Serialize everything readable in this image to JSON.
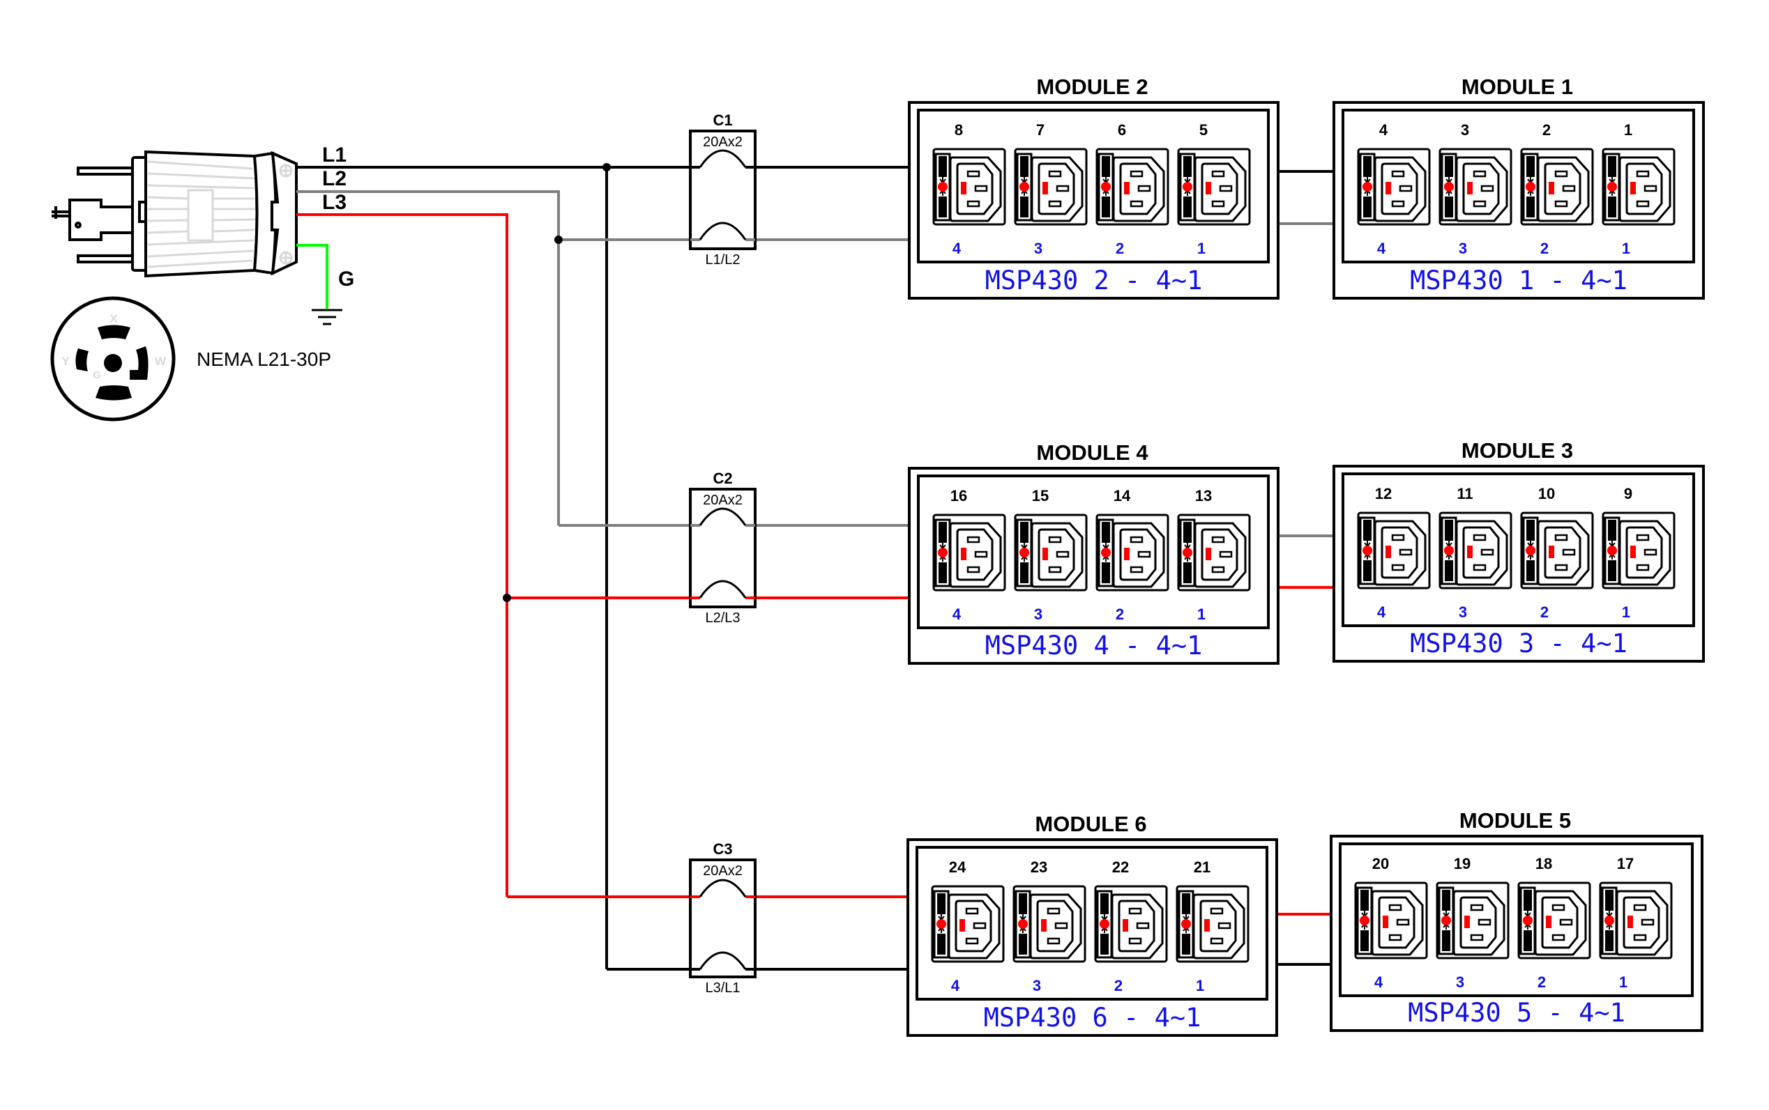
{
  "title": "Power distribution wiring diagram",
  "colors": {
    "L1": "#000000",
    "L2": "#808080",
    "L3": "#ff0000",
    "ground": "#00ff00",
    "label_blue": "#1010e8",
    "indicator_red": "#ff0000",
    "plug_ribs": "#d8d8d8"
  },
  "plug": {
    "name": "NEMA L21-30P",
    "face_pin_labels": {
      "top": "X",
      "left": "Y",
      "right": "W",
      "center": "G"
    },
    "lines": [
      {
        "id": "L1",
        "label": "L1",
        "color_key": "L1"
      },
      {
        "id": "L2",
        "label": "L2",
        "color_key": "L2"
      },
      {
        "id": "L3",
        "label": "L3",
        "color_key": "L3"
      }
    ],
    "ground_label": "G"
  },
  "breakers": [
    {
      "id": "C1",
      "label": "C1",
      "rating": "20Ax2",
      "phases": "L1/L2",
      "upper": "L1",
      "lower": "L2"
    },
    {
      "id": "C2",
      "label": "C2",
      "rating": "20Ax2",
      "phases": "L2/L3",
      "upper": "L2",
      "lower": "L3"
    },
    {
      "id": "C3",
      "label": "C3",
      "rating": "20Ax2",
      "phases": "L3/L1",
      "upper": "L3",
      "lower": "L1"
    }
  ],
  "rows": [
    {
      "breaker": "C1",
      "upper_line": "L1",
      "lower_line": "L2",
      "modules": [
        {
          "title": "MODULE 2",
          "outlets": [
            "8",
            "7",
            "6",
            "5"
          ],
          "ports": [
            "4",
            "3",
            "2",
            "1"
          ],
          "caption": "MSP430 2 - 4~1"
        },
        {
          "title": "MODULE 1",
          "outlets": [
            "4",
            "3",
            "2",
            "1"
          ],
          "ports": [
            "4",
            "3",
            "2",
            "1"
          ],
          "caption": "MSP430 1 - 4~1"
        }
      ]
    },
    {
      "breaker": "C2",
      "upper_line": "L2",
      "lower_line": "L3",
      "modules": [
        {
          "title": "MODULE 4",
          "outlets": [
            "16",
            "15",
            "14",
            "13"
          ],
          "ports": [
            "4",
            "3",
            "2",
            "1"
          ],
          "caption": "MSP430 4 - 4~1"
        },
        {
          "title": "MODULE 3",
          "outlets": [
            "12",
            "11",
            "10",
            "9"
          ],
          "ports": [
            "4",
            "3",
            "2",
            "1"
          ],
          "caption": "MSP430 3 - 4~1"
        }
      ]
    },
    {
      "breaker": "C3",
      "upper_line": "L3",
      "lower_line": "L1",
      "modules": [
        {
          "title": "MODULE 6",
          "outlets": [
            "24",
            "23",
            "22",
            "21"
          ],
          "ports": [
            "4",
            "3",
            "2",
            "1"
          ],
          "caption": "MSP430 6 - 4~1"
        },
        {
          "title": "MODULE 5",
          "outlets": [
            "20",
            "19",
            "18",
            "17"
          ],
          "ports": [
            "4",
            "3",
            "2",
            "1"
          ],
          "caption": "MSP430 5 - 4~1"
        }
      ]
    }
  ]
}
